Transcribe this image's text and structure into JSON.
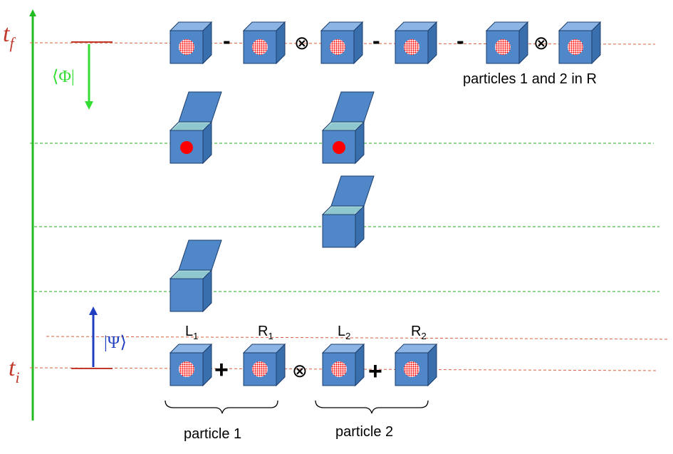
{
  "axis": {
    "t_final": {
      "letter": "t",
      "sub": "f"
    },
    "t_initial": {
      "letter": "t",
      "sub": "i"
    }
  },
  "states": {
    "final_bra": "⟨Φ|",
    "initial_ket": "|Ψ⟩"
  },
  "operators": {
    "minus": "-",
    "plus": "+",
    "tensor": "⊗"
  },
  "labels": {
    "final_note": "particles 1 and 2 in R",
    "L1": {
      "base": "L",
      "sub": "1"
    },
    "R1": {
      "base": "R",
      "sub": "1"
    },
    "L2": {
      "base": "L",
      "sub": "2"
    },
    "R2": {
      "base": "R",
      "sub": "2"
    },
    "particle1": "particle 1",
    "particle2": "particle 2"
  },
  "colors": {
    "time_axis": "#22bb22",
    "box_front": "#4f87c9",
    "box_top": "#8cb4e4",
    "box_side": "#3a6fae",
    "particle": "#ff0000",
    "level_line_green": "#22aa22",
    "level_line_red": "#d9603b",
    "bra_arrow": "#33dd33",
    "ket_arrow": "#1f3fc0",
    "time_label": "#c0392b"
  }
}
